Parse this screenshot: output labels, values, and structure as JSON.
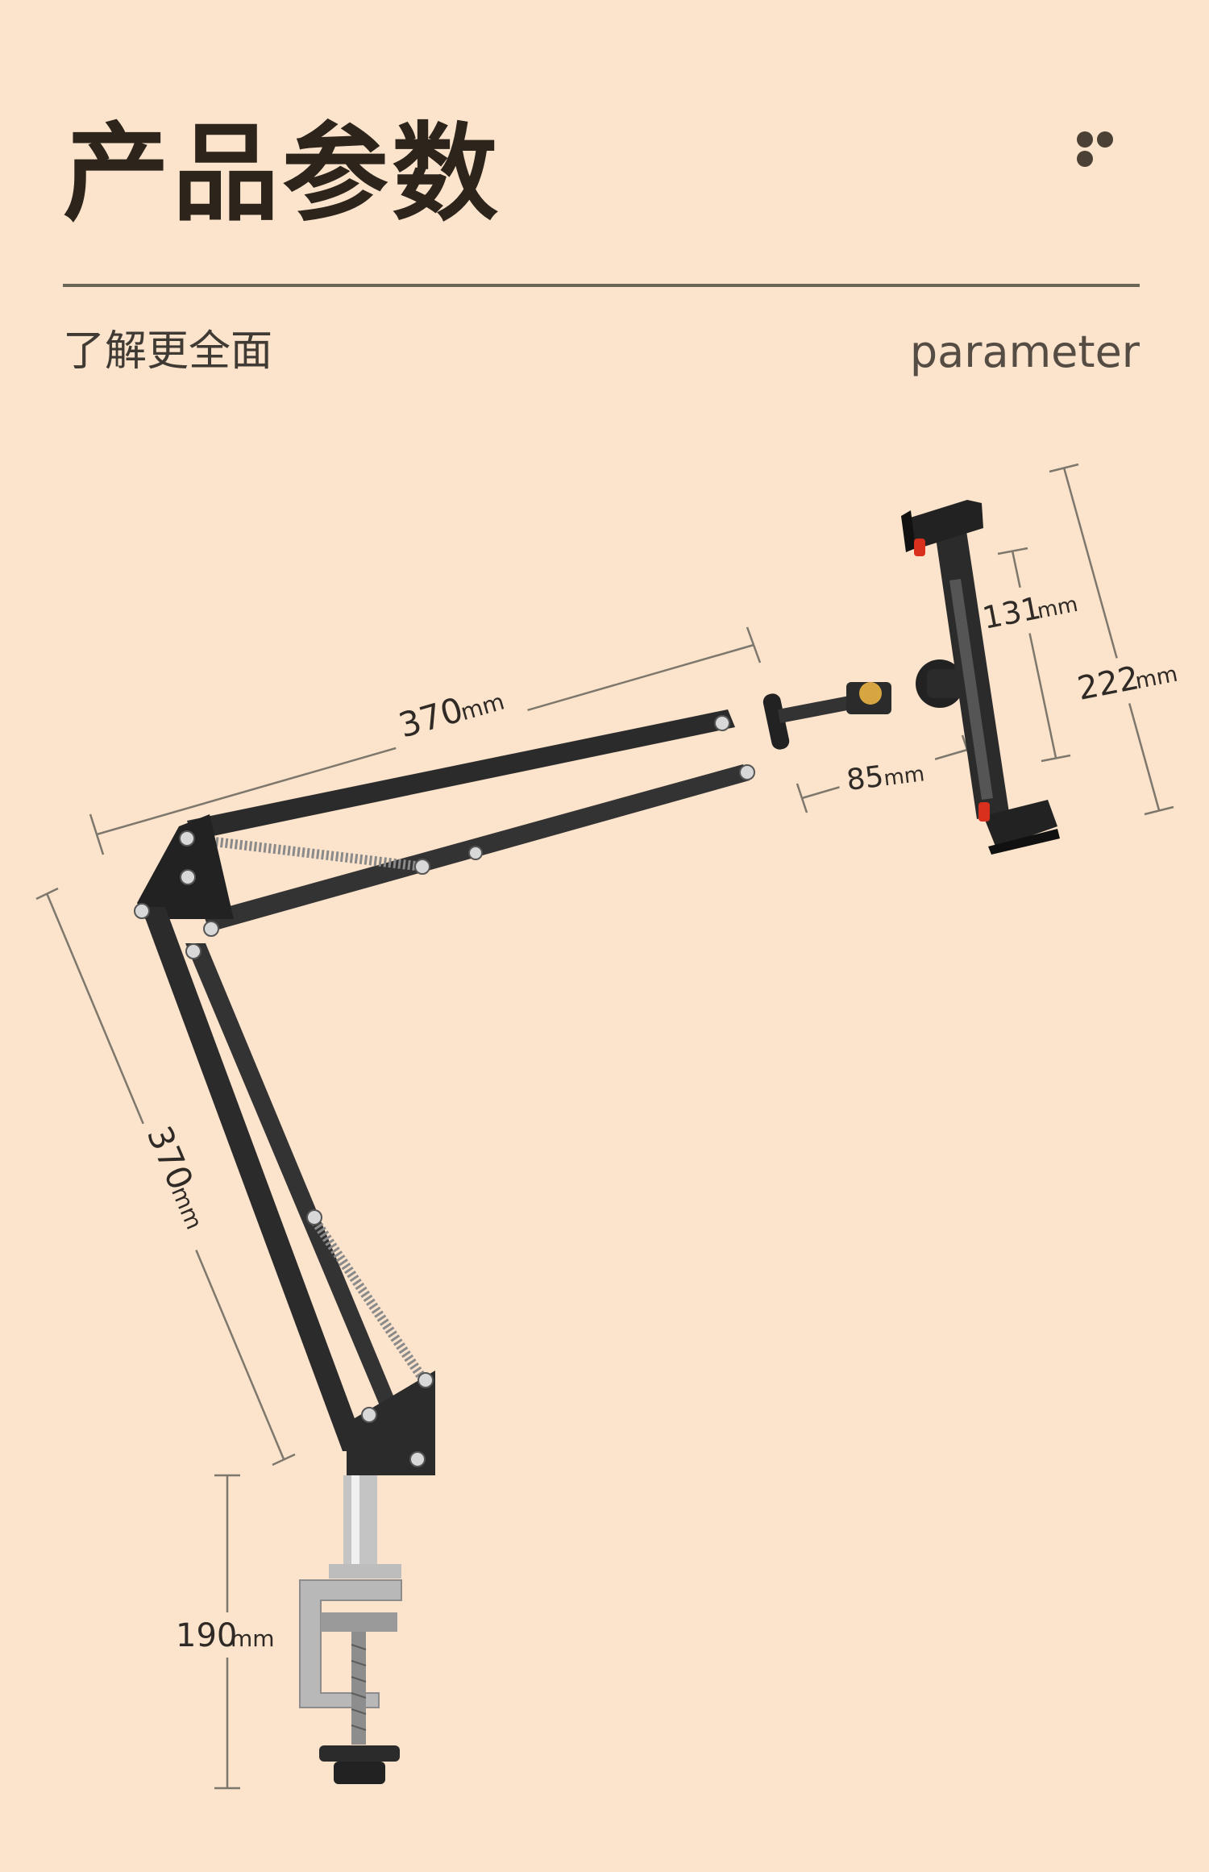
{
  "header": {
    "title": "产品参数",
    "subtitle": "了解更全面",
    "subtitle_en": "parameter"
  },
  "dimensions": {
    "upper_arm": {
      "value": "370",
      "unit": "mm"
    },
    "lower_arm": {
      "value": "370",
      "unit": "mm"
    },
    "clamp_min": {
      "value": "131",
      "unit": "mm"
    },
    "clamp_max": {
      "value": "222",
      "unit": "mm"
    },
    "holder_depth": {
      "value": "85",
      "unit": "mm"
    },
    "desk_clamp": {
      "value": "190",
      "unit": "mm"
    }
  },
  "colors": {
    "background": "#fbe3cc",
    "arm": "#2b2b2b",
    "accent_red": "#d9301e",
    "dimension_line": "#7d776c"
  }
}
